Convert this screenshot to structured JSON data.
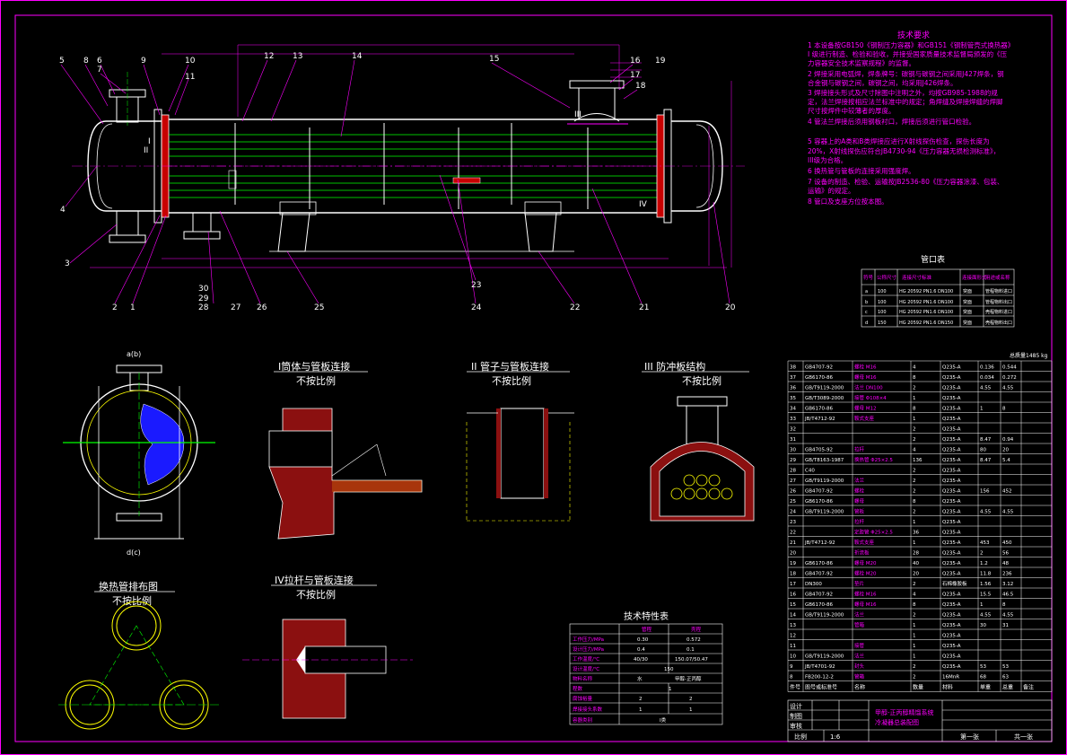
{
  "views": {
    "detail_I": {
      "title": "I筒体与管板连接",
      "subtitle": "不按比例"
    },
    "detail_II": {
      "title": "II 管子与管板连接",
      "subtitle": "不按比例"
    },
    "detail_III": {
      "title": "III 防冲板结构",
      "subtitle": "不按比例"
    },
    "layout": {
      "title": "换热管排布图",
      "subtitle": "不按比例"
    },
    "detail_IV": {
      "title": "IV拉杆与管板连接",
      "subtitle": "不按比例"
    }
  },
  "section_labels": {
    "top": "a(b)",
    "bottom": "d(c)"
  },
  "callouts": [
    "1",
    "2",
    "3",
    "4",
    "5",
    "6",
    "7",
    "8",
    "9",
    "10",
    "11",
    "12",
    "13",
    "14",
    "15",
    "16",
    "17",
    "18",
    "19",
    "20",
    "21",
    "22",
    "23",
    "24",
    "25",
    "26",
    "27",
    "28",
    "29",
    "30"
  ],
  "tech_requirements": {
    "title": "技术要求",
    "lines": [
      "1 本设备按GB150《钢制压力容器》和GB151《钢制管壳式换热器》",
      "  I 级进行制造、检验和验收，并接受国家质量技术监督局颁发的《压",
      "  力容器安全技术监察规程》的监督。",
      "2 焊接采用电弧焊，焊条牌号：碳钢与碳钢之间采用J427焊条，钢",
      "  合金钢与碳钢之间，碳钢之间，均采用J426焊条。",
      "3 焊接接头形式及尺寸除图中注明之外，均按GB985-1988的规",
      "  定，法兰焊接按相应法兰标准中的规定；角焊缝及焊接焊缝的焊脚",
      "  尺寸按焊件中较薄者的厚度。",
      "4 管法兰焊接后须用钢板衬口，焊接后须进行管口检验。",
      "",
      "5 容器上的A类和B类焊接应进行X射线探伤检查，探伤长度为",
      "  20%，X射线探伤应符合JB4730-94《压力容器无损检测标准》，",
      "  III级为合格。",
      "6 换热管与管板的连接采用强度焊。",
      "7 设备的制造、检验、运输按JB2536-80《压力容器涂漆、包装、",
      "  运输》的规定。",
      "8 管口及支座方位按本图。"
    ]
  },
  "nozzle_table": {
    "title": "管口表",
    "headers": [
      "符号",
      "公称尺寸",
      "连接尺寸标准",
      "连接面形式",
      "用途或名称"
    ],
    "rows": [
      [
        "a",
        "100",
        "HG 20592 PN1.6 DN100",
        "突面",
        "管程物料进口"
      ],
      [
        "b",
        "100",
        "HG 20592 PN1.6 DN100",
        "突面",
        "管程物料出口"
      ],
      [
        "c",
        "100",
        "HG 20592 PN1.6 DN100",
        "突面",
        "壳程物料进口"
      ],
      [
        "d",
        "150",
        "HG 20592 PN1.6 DN150",
        "突面",
        "壳程物料出口"
      ]
    ]
  },
  "tech_char_table": {
    "title": "技术特性表",
    "headers": [
      "",
      "管程",
      "壳程"
    ],
    "rows": [
      [
        "工作压力/MPa",
        "0.30",
        "0.572"
      ],
      [
        "设计压力/MPa",
        "0.4",
        "0.1"
      ],
      [
        "工作温度/℃",
        "40/30",
        "150.07/50.47"
      ],
      [
        "设计温度/℃",
        "",
        "150"
      ],
      [
        "物料名称",
        "水",
        "甲醇-正丙醇"
      ],
      [
        "程数",
        "",
        "1"
      ],
      [
        "腐蚀裕量",
        "2",
        "2"
      ],
      [
        "焊接接头系数",
        "1",
        "1"
      ],
      [
        "容器类别",
        "",
        "I类"
      ]
    ]
  },
  "bom": {
    "note": "总质量1485 kg",
    "header": [
      "件号",
      "图号或标准号",
      "名称",
      "数量",
      "材料",
      "单重",
      "总重",
      "备注"
    ],
    "rows": [
      [
        "38",
        "GB4707-92",
        "螺栓 M16",
        "4",
        "Q235-A",
        "0.136",
        "0.544",
        ""
      ],
      [
        "37",
        "GB6170-86",
        "螺母 M16",
        "8",
        "Q235-A",
        "0.034",
        "0.272",
        ""
      ],
      [
        "36",
        "GB/T9119-2000",
        "法兰 DN100",
        "2",
        "Q235-A",
        "4.55",
        "4.55",
        ""
      ],
      [
        "35",
        "GB/T3089-2000",
        "接管 Φ108×4",
        "1",
        "Q235-A",
        "",
        "",
        " "
      ],
      [
        "34",
        "GB6170-86",
        "螺母 M12",
        "8",
        "Q235-A",
        "1",
        "8",
        ""
      ],
      [
        "33",
        "JB/T4712-92",
        "鞍式支座",
        "1",
        "Q235-A",
        "",
        "",
        " "
      ],
      [
        "32",
        "",
        "",
        "2",
        "Q235-A",
        "",
        "",
        " "
      ],
      [
        "31",
        "",
        "",
        "2",
        "Q235-A",
        "8.47",
        "0.94",
        ""
      ],
      [
        "30",
        "GB4705-92",
        "拉杆",
        "4",
        "Q235-A",
        "80",
        "20",
        ""
      ],
      [
        "29",
        "GB/T8163-1987",
        "换热管 Φ25×2.5",
        "136",
        "Q235-A",
        "8.47",
        "5.4",
        ""
      ],
      [
        "28",
        "C40",
        "",
        "2",
        "Q235-A",
        "",
        "",
        " "
      ],
      [
        "27",
        "GB/T9119-2000",
        "法兰",
        "2",
        "Q235-A",
        "",
        "",
        " "
      ],
      [
        "26",
        "GB4707-92",
        "螺栓",
        "2",
        "Q235-A",
        "156",
        "452",
        ""
      ],
      [
        "25",
        "GB6170-86",
        "螺母",
        "8",
        "Q235-A",
        "",
        "",
        " "
      ],
      [
        "24",
        "GB/T9119-2000",
        "管板",
        "2",
        "Q235-A",
        "4.55",
        "4.55",
        ""
      ],
      [
        "23",
        "",
        "拉杆",
        "1",
        "Q235-A",
        "",
        "",
        " "
      ],
      [
        "22",
        "",
        "定距管 Φ25×2.5",
        "36",
        "Q235-A",
        "",
        "",
        " "
      ],
      [
        "21",
        "JB/T4712-92",
        "鞍式支座",
        "1",
        "Q235-A",
        "453",
        "450",
        ""
      ],
      [
        "20",
        "",
        "折流板",
        "28",
        "Q235-A",
        "2",
        "56",
        ""
      ],
      [
        "19",
        "GB6170-86",
        "螺母 M20",
        "40",
        "Q235-A",
        "1.2",
        "48",
        ""
      ],
      [
        "18",
        "GB4707-92",
        "螺栓 M20",
        "20",
        "Q235-A",
        "11.8",
        "236",
        ""
      ],
      [
        "17",
        "DN300",
        "垫片",
        "2",
        "石棉橡胶板",
        "1.56",
        "3.12",
        ""
      ],
      [
        "16",
        "GB4707-92",
        "螺栓 M16",
        "4",
        "Q235-A",
        "15.5",
        "46.5",
        ""
      ],
      [
        "15",
        "GB6170-86",
        "螺母 M16",
        "8",
        "Q235-A",
        "1",
        "8",
        ""
      ],
      [
        "14",
        "GB/T9119-2000",
        "法兰",
        "2",
        "Q235-A",
        "4.55",
        "4.55",
        ""
      ],
      [
        "13",
        "",
        "管箱",
        "1",
        "Q235-A",
        "30",
        "31",
        ""
      ],
      [
        "12",
        "",
        "",
        "1",
        "Q235-A",
        "",
        "",
        " "
      ],
      [
        "11",
        "",
        "接管",
        "1",
        "Q235-A",
        "",
        "",
        " "
      ],
      [
        "10",
        "GB/T9119-2000",
        "法兰",
        "1",
        "Q235-A",
        "",
        "",
        " "
      ],
      [
        "9",
        "JB/T4701-92",
        "封头",
        "2",
        "Q235-A",
        "53",
        "53",
        ""
      ],
      [
        "8",
        "FB200-12-2",
        "管箱",
        "2",
        "16MnR",
        "68",
        "63",
        ""
      ]
    ]
  },
  "title_block": {
    "roles": [
      "设计",
      "制图",
      "审核"
    ],
    "project": "甲醇-正丙醇精馏系统",
    "drawing_name": "冷凝器总装配图",
    "scale_label": "比例",
    "scale_value": "1:6",
    "sheet_label": "第一张",
    "total_label": "共一张"
  }
}
